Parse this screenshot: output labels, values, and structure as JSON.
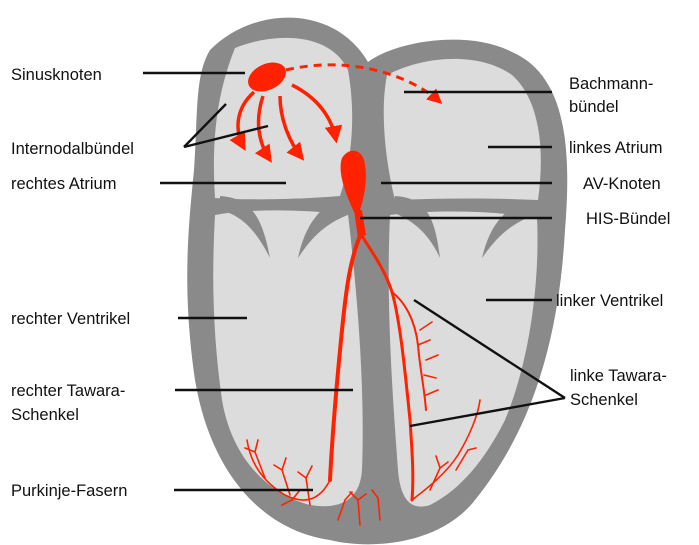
{
  "labels": {
    "sinusknoten": "Sinusknoten",
    "internodalbuendel": "Internodalbündel",
    "rechtes_atrium": "rechtes Atrium",
    "rechter_ventrikel": "rechter Ventrikel",
    "rechter_tawara_1": "rechter Tawara-",
    "rechter_tawara_2": "Schenkel",
    "purkinje": "Purkinje-Fasern",
    "bachmann_1": "Bachmann-",
    "bachmann_2": "bündel",
    "linkes_atrium": "linkes Atrium",
    "av_knoten": "AV-Knoten",
    "his_buendel": "HIS-Bündel",
    "linker_ventrikel": "linker Ventrikel",
    "linke_tawara_1": "linke Tawara-",
    "linke_tawara_2": "Schenkel"
  },
  "colors": {
    "tissue": "#8a8a8a",
    "chamber": "#dcdcdc",
    "conduction": "#ff2200",
    "leader": "#111111"
  }
}
